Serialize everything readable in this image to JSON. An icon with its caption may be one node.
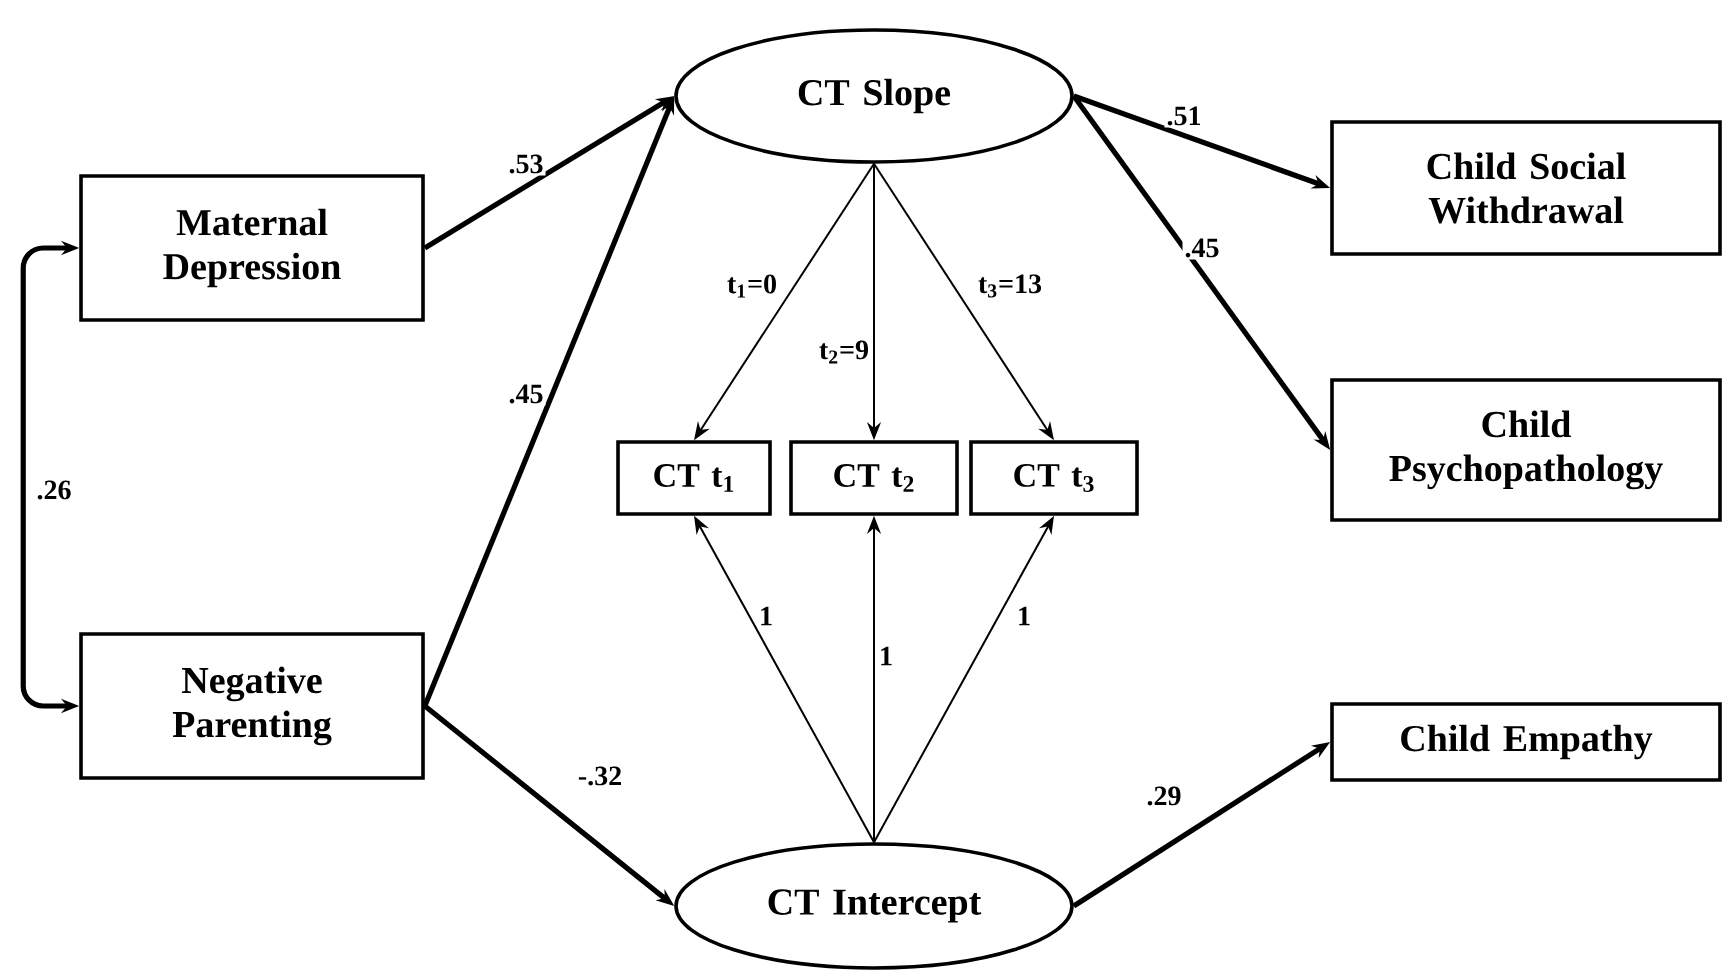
{
  "diagram": {
    "nodes": [
      {
        "text": [
          "Maternal Depression"
        ]
      },
      {
        "text": [
          "Negative Parenting"
        ]
      },
      {
        "text": [
          "CT Slope"
        ]
      },
      {
        "text": [
          "CT Intercept"
        ]
      },
      {
        "text": [
          "CT t$_{1}$"
        ]
      },
      {
        "text": [
          "CT t$_{2}$"
        ]
      },
      {
        "text": [
          "CT t$_{3}$"
        ]
      },
      {
        "text": [
          "Child Social Withdrawal"
        ]
      },
      {
        "text": [
          "Child Psychopathology"
        ]
      },
      {
        "text": [
          "Child Empathy"
        ]
      }
    ],
    "edges": [
      {
        "from": 0,
        "to": 2,
        "arrow": "to",
        "label": ".53"
      },
      {
        "from": 1,
        "to": 2,
        "arrow": "to",
        "label": ".45"
      },
      {
        "from": 0,
        "to": 1,
        "arrow": "both",
        "label": ".26"
      },
      {
        "from": 1,
        "to": 3,
        "arrow": "to",
        "label": "-.32"
      },
      {
        "from": 2,
        "to": 7,
        "arrow": "to",
        "label": ".51"
      },
      {
        "from": 2,
        "to": 8,
        "arrow": "to",
        "label": ".45"
      },
      {
        "from": 3,
        "to": 9,
        "arrow": "to",
        "label": ".29"
      },
      {
        "from": 2,
        "to": 4,
        "arrow": "to",
        "label": "t$_{1}$=0"
      },
      {
        "from": 2,
        "to": 5,
        "arrow": "to",
        "label": "t$_{2}$=9"
      },
      {
        "from": 2,
        "to": 6,
        "arrow": "to",
        "label": "t$_{3}$=13"
      },
      {
        "from": 3,
        "to": 4,
        "arrow": "to",
        "label": "1"
      },
      {
        "from": 3,
        "to": 5,
        "arrow": "to",
        "label": "1"
      },
      {
        "from": 3,
        "to": 6,
        "arrow": "to",
        "label": "1"
      }
    ]
  }
}
